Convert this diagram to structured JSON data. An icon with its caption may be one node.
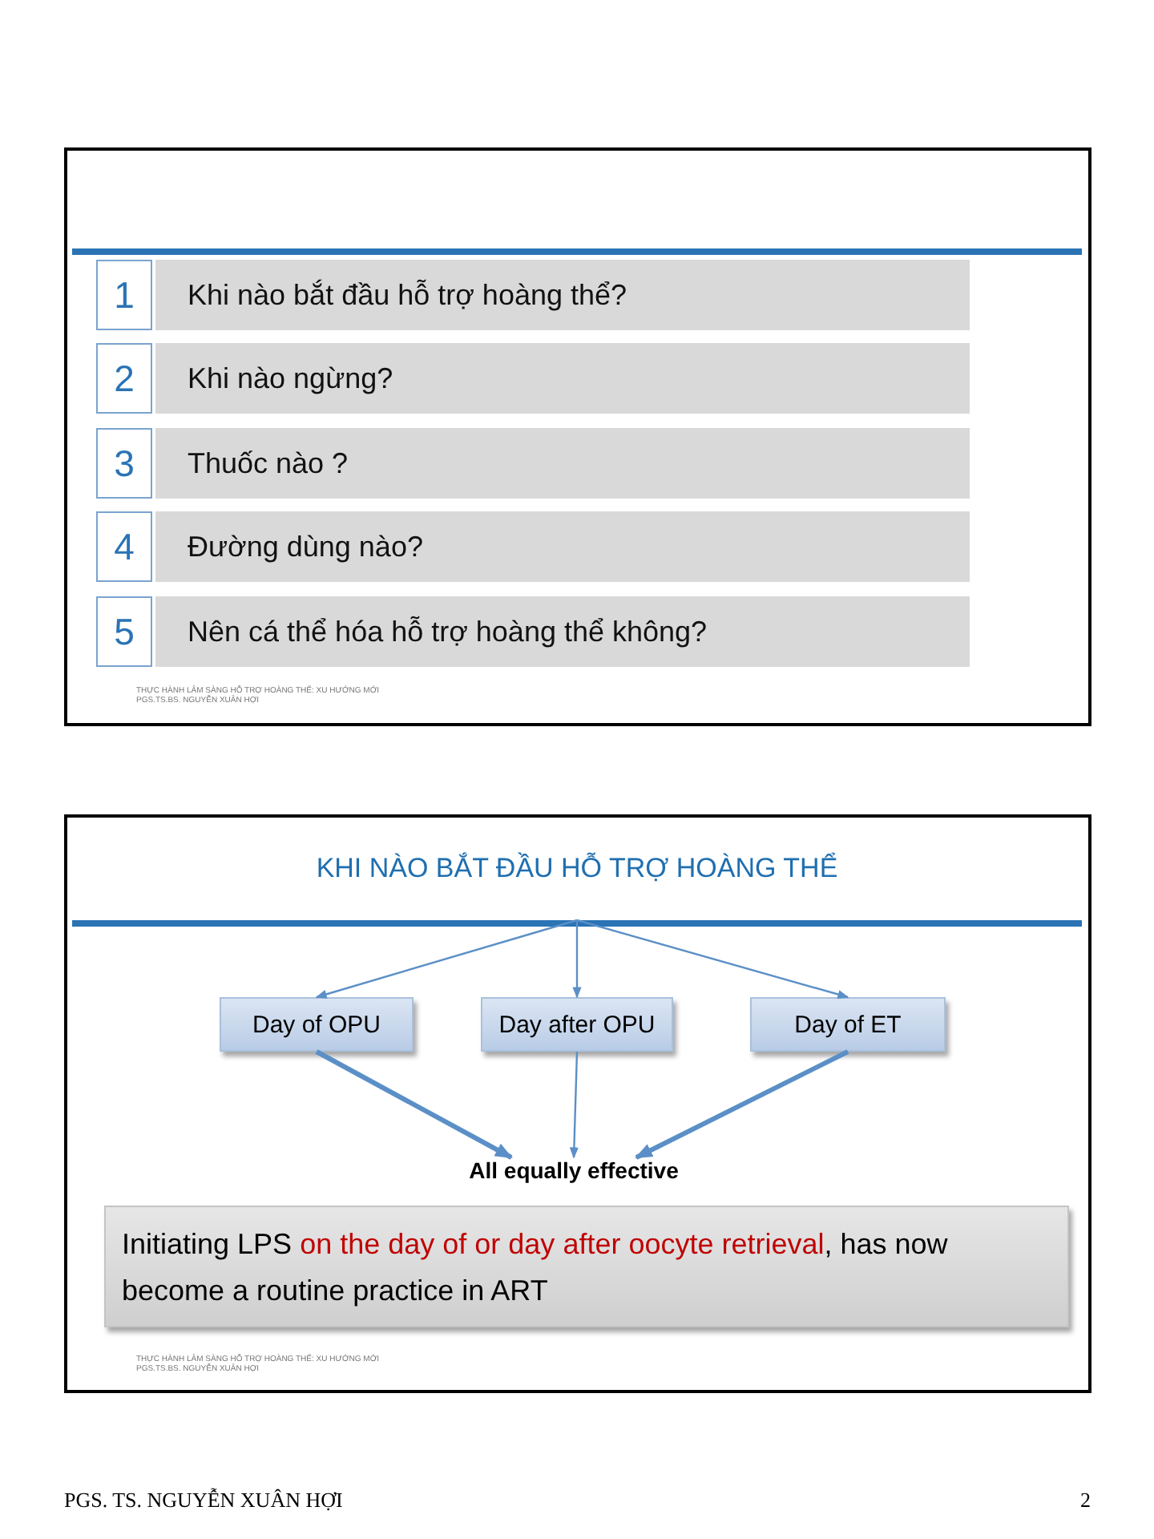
{
  "diagram": {
    "nodes": [
      {
        "text": [
          "1"
        ]
      },
      {
        "text": [
          "Khi nào bắt đầu hỗ trợ hoàng thể?"
        ]
      },
      {
        "text": [
          "2"
        ]
      },
      {
        "text": [
          "Khi nào ngừng?"
        ]
      },
      {
        "text": [
          "3"
        ]
      },
      {
        "text": [
          "Thuốc nào ?"
        ]
      },
      {
        "text": [
          "4"
        ]
      },
      {
        "text": [
          "Đường dùng nào?"
        ]
      },
      {
        "text": [
          "5"
        ]
      },
      {
        "text": [
          "Nên cá thể hóa hỗ trợ hoàng thể không?"
        ]
      },
      {
        "text": [
          "KHI NÀO BẮT ĐẦU HỖ TRỢ HOÀNG THỂ"
        ]
      },
      {
        "text": [
          "Day of OPU"
        ]
      },
      {
        "text": [
          "Day after OPU"
        ]
      },
      {
        "text": [
          "Day of ET"
        ]
      },
      {
        "text": [
          "All equally effective"
        ]
      },
      {
        "text": [
          "Initiating LPS *on the day of or day after oocyte retrieval*, has now become a routine practice in ART"
        ]
      }
    ],
    "edges": [
      {
        "from": 10,
        "to": 11,
        "arrow": "to"
      },
      {
        "from": 10,
        "to": 12,
        "arrow": "to"
      },
      {
        "from": 10,
        "to": 13,
        "arrow": "to"
      },
      {
        "from": 11,
        "to": 14,
        "arrow": "to",
        "style": "thick"
      },
      {
        "from": 12,
        "to": 14,
        "arrow": "to"
      },
      {
        "from": 13,
        "to": 14,
        "arrow": "to",
        "style": "thick"
      }
    ],
    "labels": [
      "THỰC HÀNH LÂM SÀNG HỖ TRỢ HOÀNG THỂ: XU HƯỚNG MỚI",
      "PGS.TS.BS. NGUYỄN XUÂN HỢI",
      "THỰC HÀNH LÂM SÀNG HỖ TRỢ HOÀNG THỂ: XU HƯỚNG MỚI",
      "PGS.TS.BS. NGUYỄN XUÂN HỢI",
      "PGS. TS. NGUYỄN XUÂN HỢI",
      "2"
    ]
  }
}
